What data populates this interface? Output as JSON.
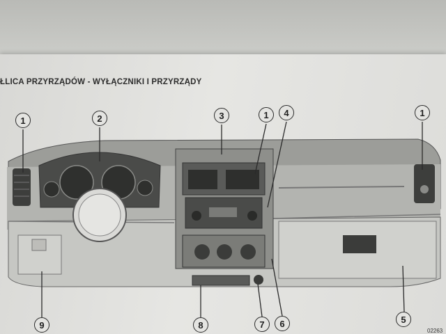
{
  "page": {
    "title": "ŁLICA PRZYRZĄDÓW - WYŁĄCZNIKI I PRZYRZĄDY",
    "figure_code": "02263"
  },
  "callouts": [
    {
      "id": "c1a",
      "label": "1"
    },
    {
      "id": "c2",
      "label": "2"
    },
    {
      "id": "c3",
      "label": "3"
    },
    {
      "id": "c1b",
      "label": "1"
    },
    {
      "id": "c4",
      "label": "4"
    },
    {
      "id": "c1c",
      "label": "1"
    },
    {
      "id": "c9",
      "label": "9"
    },
    {
      "id": "c8",
      "label": "8"
    },
    {
      "id": "c7",
      "label": "7"
    },
    {
      "id": "c6",
      "label": "6"
    },
    {
      "id": "c5",
      "label": "5"
    }
  ]
}
